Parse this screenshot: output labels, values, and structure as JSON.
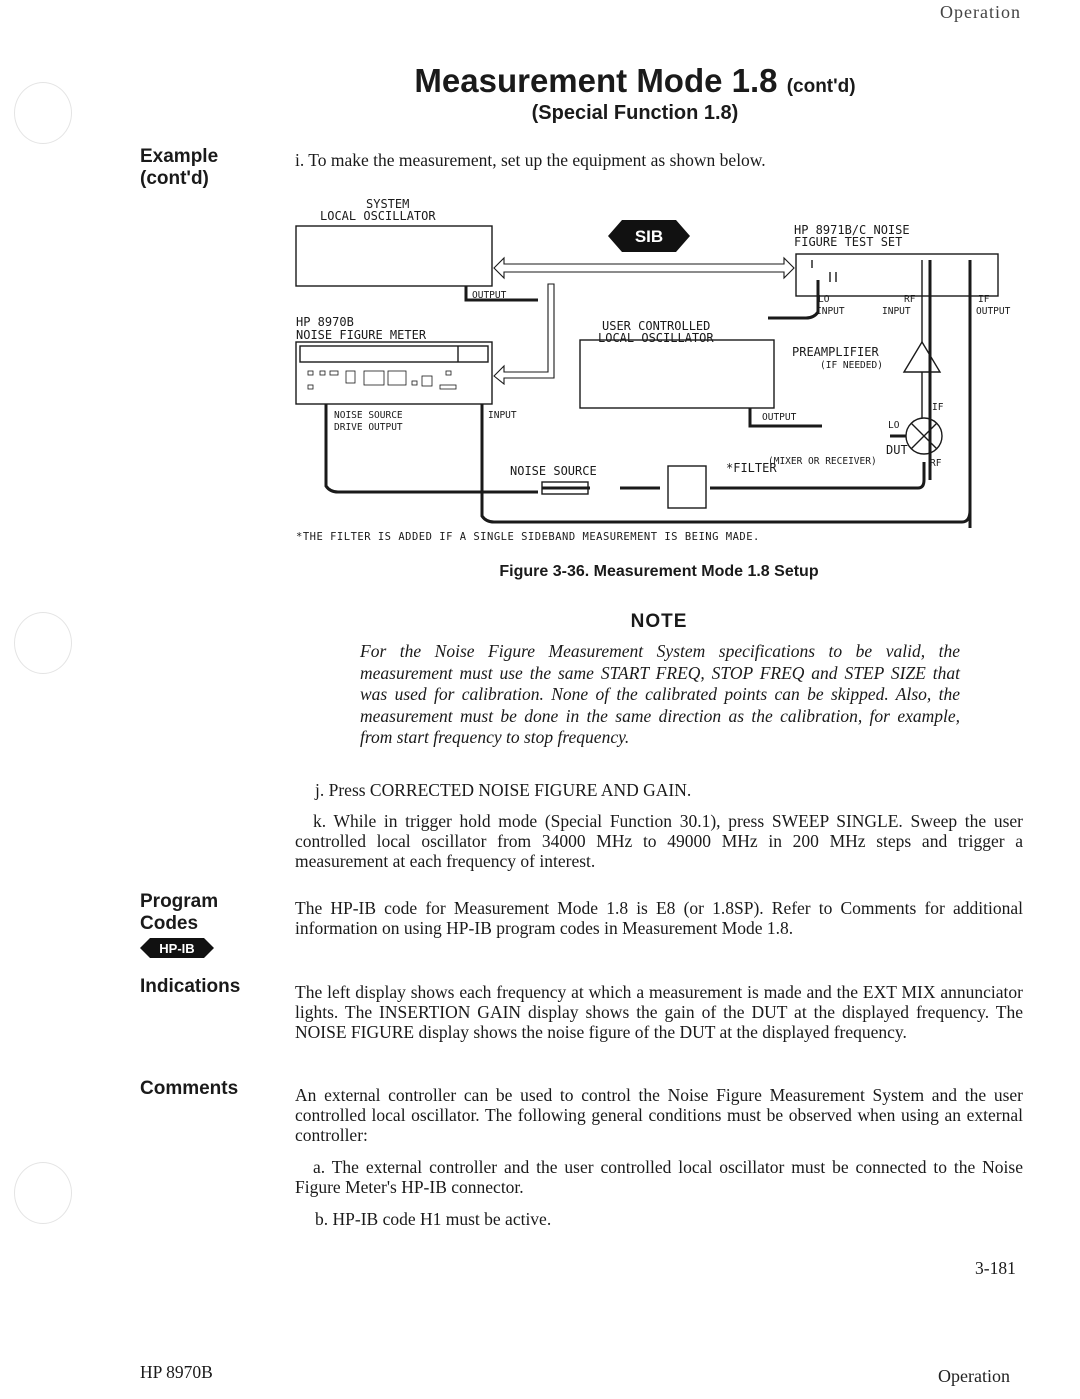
{
  "running_head": "Operation",
  "header": {
    "title": "Measurement Mode 1.8",
    "title_suffix": "(cont'd)",
    "subtitle": "(Special Function 1.8)"
  },
  "sections": {
    "example_label_1": "Example",
    "example_label_2": "(cont'd)",
    "program_codes_label_1": "Program",
    "program_codes_label_2": "Codes",
    "hpib_badge": "HP-IB",
    "indications_label": "Indications",
    "comments_label": "Comments"
  },
  "steps": {
    "i": "i.  To make the measurement, set up the equipment as shown below.",
    "j": "j.  Press CORRECTED NOISE FIGURE AND GAIN.",
    "k": "k.  While in trigger hold mode (Special Function 30.1), press SWEEP SINGLE. Sweep the user controlled local oscillator from 34000 MHz to 49000 MHz in 200 MHz steps and trigger a measurement at each frequency of interest."
  },
  "diagram": {
    "system_lo_1": "SYSTEM",
    "system_lo_2": "LOCAL OSCILLATOR",
    "sib_badge": "SIB",
    "test_set_1": "HP 8971B/C NOISE",
    "test_set_2": "FIGURE TEST SET",
    "output": "OUTPUT",
    "lo_input_1": "LO",
    "lo_input_2": "INPUT",
    "rf_input_1": "RF",
    "rf_input_2": "INPUT",
    "if_output_1": "IF",
    "if_output_2": "OUTPUT",
    "meter_1": "HP 8970B",
    "meter_2": "NOISE FIGURE METER",
    "user_lo_1": "USER CONTROLLED",
    "user_lo_2": "LOCAL OSCILLATOR",
    "preamp_1": "PREAMPLIFIER",
    "preamp_2": "(IF NEEDED)",
    "ns_drive_1": "NOISE SOURCE",
    "ns_drive_2": "DRIVE OUTPUT",
    "input": "INPUT",
    "user_lo_output": "OUTPUT",
    "if_port": "IF",
    "lo_port": "LO",
    "dut": "DUT",
    "dut_sub": "(MIXER OR RECEIVER)",
    "rf_port": "RF",
    "filter": "*FILTER",
    "noise_source": "NOISE SOURCE",
    "footnote": "*THE FILTER IS ADDED IF A SINGLE SIDEBAND MEASUREMENT IS BEING MADE."
  },
  "figure_caption": "Figure 3-36.  Measurement Mode 1.8 Setup",
  "note": {
    "heading": "NOTE",
    "body": "For the Noise Figure Measurement System specifications to be valid, the measurement must use the same START FREQ, STOP FREQ and STEP SIZE that was used for calibration. None of the calibrated points can be skipped. Also, the measurement must be done in the same direction as the calibration, for example, from start frequency to stop frequency."
  },
  "program_codes_text": "The HP-IB code for Measurement Mode 1.8 is E8 (or 1.8SP). Refer to Comments for additional information on using HP-IB program codes in Measurement Mode 1.8.",
  "indications_text": "The left display shows each frequency at which a measurement is made and the EXT MIX annunciator lights. The INSERTION GAIN display shows the gain of the DUT at the displayed frequency. The NOISE FIGURE display shows the noise figure of the DUT at the displayed frequency.",
  "comments_text": "An external controller can be used to control the Noise Figure Measurement System and the user controlled local oscillator. The following general conditions must be observed when using an external controller:",
  "comment_a": "a.  The external controller and the user controlled local oscillator must be connected to the Noise Figure Meter's HP-IB connector.",
  "comment_b": "b.  HP-IB code H1 must be active.",
  "page_number": "3-181",
  "footer": {
    "model": "HP 8970B",
    "section": "Operation"
  }
}
